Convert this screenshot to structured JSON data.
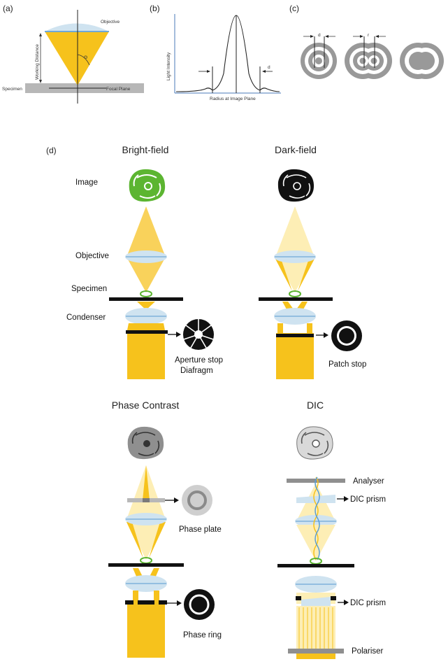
{
  "panels": {
    "a": {
      "tag": "(a)",
      "objective": "Objective",
      "working_distance": "Working Distance",
      "theta": "Θ",
      "specimen": "Specimen",
      "focal_plane": "Focal Plane"
    },
    "b": {
      "tag": "(b)",
      "ylabel": "Light Intensity",
      "xlabel": "Radius at Image Plane",
      "d": "d"
    },
    "c": {
      "tag": "(c)",
      "d": "d",
      "r": "r"
    },
    "d": {
      "tag": "(d)",
      "bright_field": {
        "title": "Bright-field",
        "image": "Image",
        "objective": "Objective",
        "specimen": "Specimen",
        "condenser": "Condenser",
        "stop_line1": "Aperture stop",
        "stop_line2": "Diafragm"
      },
      "dark_field": {
        "title": "Dark-field",
        "stop": "Patch stop"
      },
      "phase_contrast": {
        "title": "Phase Contrast",
        "plate": "Phase plate",
        "ring": "Phase ring"
      },
      "dic": {
        "title": "DIC",
        "analyser": "Analyser",
        "prism_top": "DIC prism",
        "prism_bottom": "DIC prism",
        "polariser": "Polariser"
      }
    }
  },
  "colors": {
    "yellow": "#f6c21c",
    "pale_yellow": "#fdeeb5",
    "lens": "#cfe3f0",
    "lens_line": "#6fa8d6",
    "green": "#5cb531",
    "gray": "#999999"
  }
}
